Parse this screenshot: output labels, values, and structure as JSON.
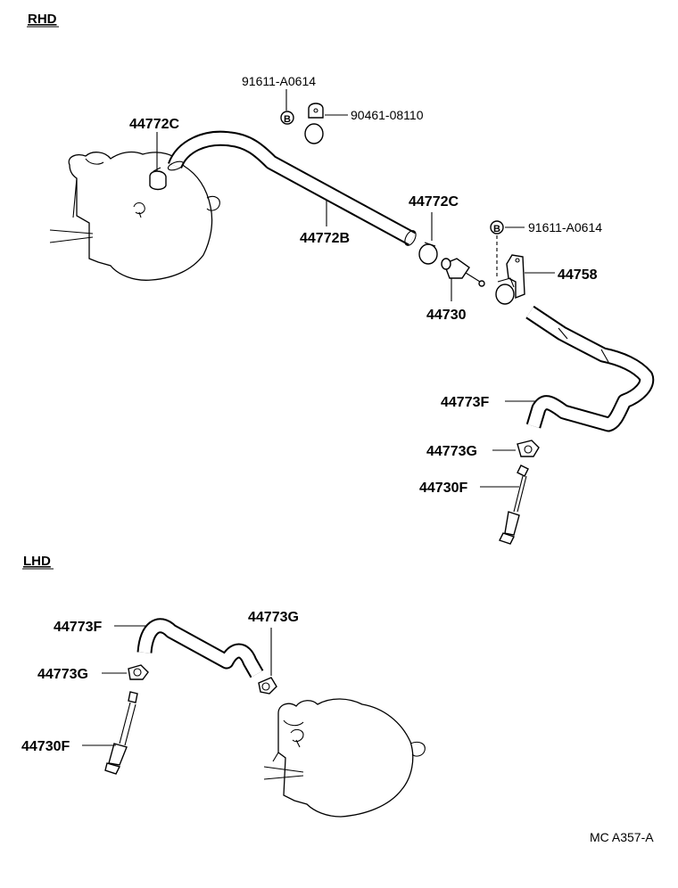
{
  "sections": {
    "rhd": "RHD",
    "lhd": "LHD"
  },
  "labels": {
    "bolt_rhd_top": "91611-A0614",
    "clamp_top": "90461-08110",
    "clip_left": "44772C",
    "hose_upper": "44772B",
    "clip_mid": "44772C",
    "bolt_rhd_right": "91611-A0614",
    "bracket": "44758",
    "switch": "44730",
    "hose_rhd": "44773F",
    "clip_rhd": "44773G",
    "sensor_rhd": "44730F",
    "hose_lhd": "44773F",
    "clip_lhd_right": "44773G",
    "clip_lhd_left": "44773G",
    "sensor_lhd": "44730F"
  },
  "bolt_marker": "B",
  "footer_code": "MC A357-A"
}
